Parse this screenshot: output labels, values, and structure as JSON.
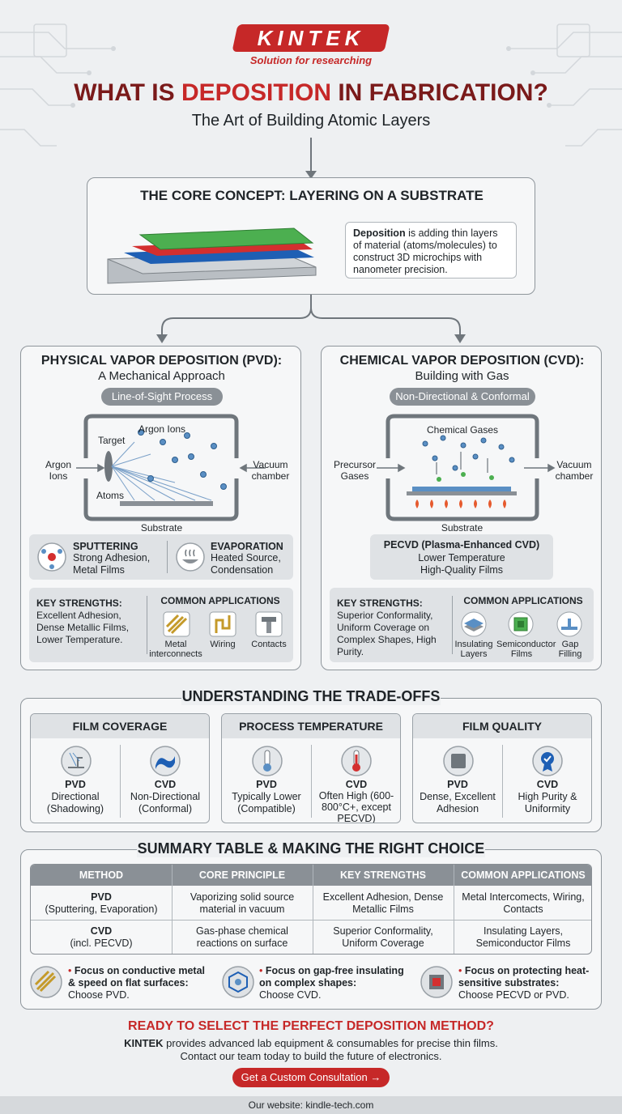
{
  "brand": {
    "logo": "KINTEK",
    "tagline": "Solution for researching"
  },
  "title": {
    "pre": "WHAT IS ",
    "highlight": "DEPOSITION",
    "post": " IN FABRICATION?",
    "subtitle": "The Art of Building Atomic Layers"
  },
  "core": {
    "heading": "THE CORE CONCEPT: LAYERING ON A SUBSTRATE",
    "bold": "Deposition",
    "text": " is adding thin layers of material (atoms/molecules) to construct 3D microchips with nanometer precision."
  },
  "pvd": {
    "title": "PHYSICAL VAPOR DEPOSITION (PVD):",
    "subtitle": "A Mechanical Approach",
    "pill": "Line-of-Sight Process",
    "labels": {
      "argon_ions_top": "Argon Ions",
      "target": "Target",
      "argon_left": "Argon Ions",
      "vacuum": "Vacuum chamber",
      "atoms": "Atoms",
      "substrate": "Substrate"
    },
    "sputtering": {
      "title": "SPUTTERING",
      "desc": "Strong Adhesion, Metal Films"
    },
    "evaporation": {
      "title": "EVAPORATION",
      "desc": "Heated Source, Condensation"
    },
    "strengths": {
      "title": "KEY STRENGTHS:",
      "text": "Excellent Adhesion, Dense Metallic Films, Lower Temperature."
    },
    "applications": {
      "title": "COMMON APPLICATIONS",
      "items": [
        "Metal interconnects",
        "Wiring",
        "Contacts"
      ]
    }
  },
  "cvd": {
    "title": "CHEMICAL VAPOR DEPOSITION (CVD):",
    "subtitle": "Building with Gas",
    "pill": "Non-Directional & Conformal",
    "labels": {
      "gases": "Chemical Gases",
      "precursor": "Precursor Gases",
      "vacuum": "Vacuum chamber",
      "substrate": "Substrate"
    },
    "pecvd": {
      "title": "PECVD (Plasma-Enhanced CVD)",
      "line1": "Lower Temperature",
      "line2": "High-Quality Films"
    },
    "strengths": {
      "title": "KEY STRENGTHS:",
      "text": "Superior Conformality, Uniform Coverage on Complex Shapes, High Purity."
    },
    "applications": {
      "title": "COMMON APPLICATIONS",
      "items": [
        "Insulating Layers",
        "Semiconductor Films",
        "Gap Filling"
      ]
    }
  },
  "tradeoffs": {
    "heading": "UNDERSTANDING THE TRADE-OFFS",
    "coverage": {
      "title": "FILM COVERAGE",
      "pvd_label": "PVD",
      "pvd_desc": "Directional (Shadowing)",
      "cvd_label": "CVD",
      "cvd_desc": "Non-Directional (Conformal)"
    },
    "temperature": {
      "title": "PROCESS TEMPERATURE",
      "pvd_label": "PVD",
      "pvd_desc": "Typically Lower (Compatible)",
      "cvd_label": "CVD",
      "cvd_desc": "Often High (600-800°C+, except PECVD)"
    },
    "quality": {
      "title": "FILM QUALITY",
      "pvd_label": "PVD",
      "pvd_desc": "Dense, Excellent Adhesion",
      "cvd_label": "CVD",
      "cvd_desc": "High Purity & Uniformity"
    }
  },
  "summary": {
    "heading": "SUMMARY TABLE & MAKING THE RIGHT CHOICE",
    "headers": [
      "METHOD",
      "CORE PRINCIPLE",
      "KEY STRENGTHS",
      "COMMON APPLICATIONS"
    ],
    "rows": [
      {
        "method": "PVD",
        "method_sub": "(Sputtering, Evaporation)",
        "principle": "Vaporizing solid source material in vacuum",
        "strengths": "Excellent Adhesion, Dense Metallic Films",
        "apps": "Metal Intercomects, Wiring, Contacts"
      },
      {
        "method": "CVD",
        "method_sub": "(incl. PECVD)",
        "principle": "Gas-phase chemical reactions on surface",
        "strengths": "Superior Conformality, Uniform Coverage",
        "apps": "Insulating Layers, Semiconductor Films"
      }
    ],
    "choices": [
      {
        "focus": "Focus on conductive metal & speed on flat surfaces:",
        "choose": "Choose PVD."
      },
      {
        "focus": "Focus on gap-free insulating on complex shapes:",
        "choose": "Choose CVD."
      },
      {
        "focus": "Focus on protecting heat-sensitive substrates:",
        "choose": "Choose PECVD or PVD."
      }
    ]
  },
  "cta": {
    "heading": "READY TO SELECT THE PERFECT DEPOSITION METHOD?",
    "brand": "KINTEK",
    "line1": " provides advanced lab equipment & consumables for precise thin films.",
    "line2": "Contact our team today to build the future of electronics.",
    "button": "Get a Custom Consultation →"
  },
  "footer": {
    "website": "Our website: kindle-tech.com"
  },
  "colors": {
    "accent": "#c62828",
    "pvd_green": "#4caf50",
    "layer_red": "#d32f2f",
    "layer_blue": "#1e5fb4",
    "panel_gray": "#8a9096"
  }
}
